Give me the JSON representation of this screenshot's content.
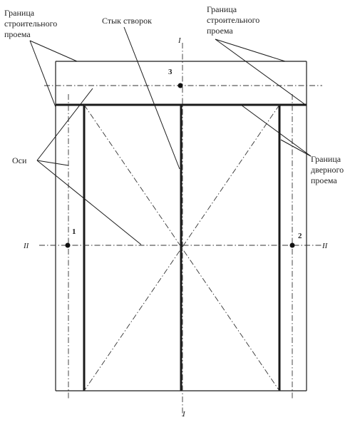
{
  "labels": {
    "building_opening_left": [
      "Граница",
      "строительного",
      "проема"
    ],
    "building_opening_right": [
      "Граница",
      "строительного",
      "проема"
    ],
    "sash_joint": "Стык створок",
    "axes": "Оси",
    "door_opening": [
      "Граница",
      "дверного",
      "проема"
    ],
    "axis_I_top": "I",
    "axis_I_bottom": "I",
    "axis_II_left": "II",
    "axis_II_right": "II",
    "point_1": "1",
    "point_2": "2",
    "point_3": "3"
  }
}
